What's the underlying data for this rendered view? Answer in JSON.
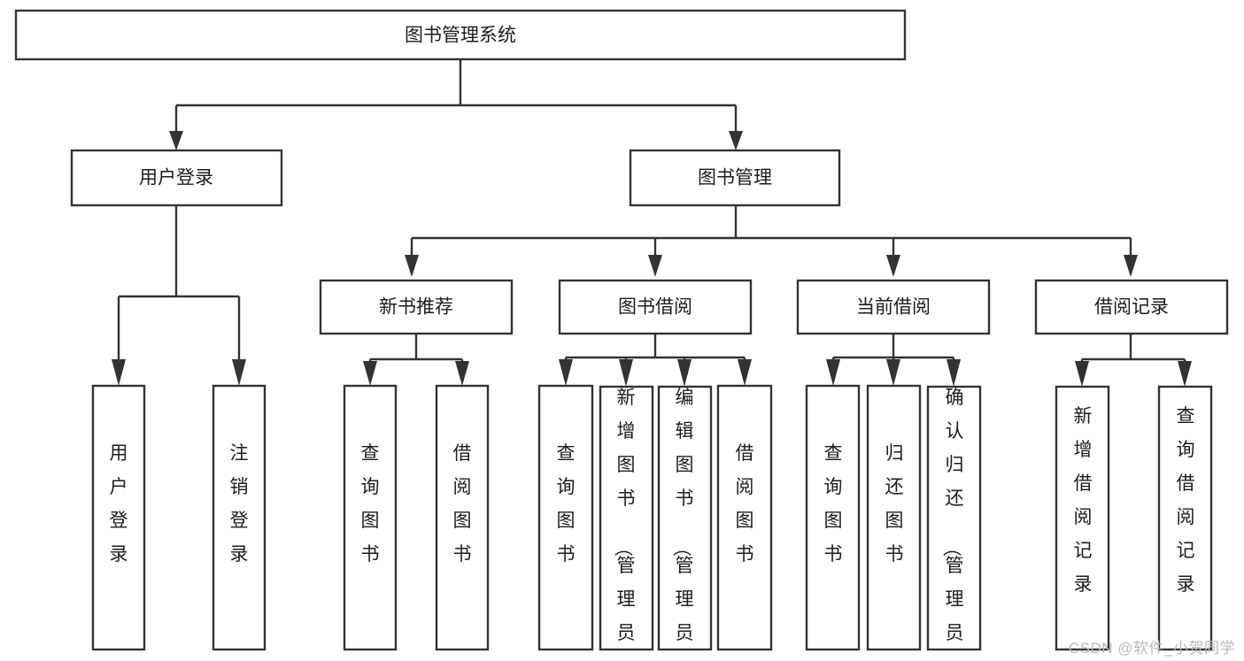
{
  "diagram": {
    "type": "tree-hierarchy-flowchart",
    "title": "图书管理系统",
    "watermark": "CSDN @软件_小贺同学",
    "colors": {
      "background": "#ffffff",
      "box_stroke": "#333333",
      "box_fill": "#ffffff",
      "text": "#1c1c1c",
      "watermark": "#b9b9b9"
    },
    "nodes": {
      "root": {
        "label": "图书管理系统",
        "level": 0,
        "orientation": "horizontal"
      },
      "n_user_login": {
        "label": "用户登录",
        "level": 1,
        "orientation": "horizontal"
      },
      "n_book_mgmt": {
        "label": "图书管理",
        "level": 1,
        "orientation": "horizontal"
      },
      "n_new_book_rec": {
        "label": "新书推荐",
        "level": 2,
        "orientation": "horizontal"
      },
      "n_book_borrow": {
        "label": "图书借阅",
        "level": 2,
        "orientation": "horizontal"
      },
      "n_current_borrow": {
        "label": "当前借阅",
        "level": 2,
        "orientation": "horizontal"
      },
      "n_borrow_record": {
        "label": "借阅记录",
        "level": 2,
        "orientation": "horizontal"
      },
      "l_user_login": {
        "label": "用户登录",
        "level": 3,
        "orientation": "vertical"
      },
      "l_logout": {
        "label": "注销登录",
        "level": 3,
        "orientation": "vertical"
      },
      "l_query_book_1": {
        "label": "查询图书",
        "level": 3,
        "orientation": "vertical"
      },
      "l_borrow_book_1": {
        "label": "借阅图书",
        "level": 3,
        "orientation": "vertical"
      },
      "l_query_book_2": {
        "label": "查询图书",
        "level": 3,
        "orientation": "vertical"
      },
      "l_add_book": {
        "label": "新增图书（管理员）",
        "level": 3,
        "orientation": "vertical"
      },
      "l_edit_book": {
        "label": "编辑图书（管理员）",
        "level": 3,
        "orientation": "vertical"
      },
      "l_borrow_book_2": {
        "label": "借阅图书",
        "level": 3,
        "orientation": "vertical"
      },
      "l_query_book_3": {
        "label": "查询图书",
        "level": 3,
        "orientation": "vertical"
      },
      "l_return_book": {
        "label": "归还图书",
        "level": 3,
        "orientation": "vertical"
      },
      "l_confirm_return": {
        "label": "确认归还（管理员）",
        "level": 3,
        "orientation": "vertical"
      },
      "l_add_record": {
        "label": "新增借阅记录",
        "level": 3,
        "orientation": "vertical"
      },
      "l_query_record": {
        "label": "查询借阅记录",
        "level": 3,
        "orientation": "vertical"
      }
    },
    "edges": [
      {
        "from": "root",
        "to": "n_user_login"
      },
      {
        "from": "root",
        "to": "n_book_mgmt"
      },
      {
        "from": "n_book_mgmt",
        "to": "n_new_book_rec"
      },
      {
        "from": "n_book_mgmt",
        "to": "n_book_borrow"
      },
      {
        "from": "n_book_mgmt",
        "to": "n_current_borrow"
      },
      {
        "from": "n_book_mgmt",
        "to": "n_borrow_record"
      },
      {
        "from": "n_user_login",
        "to": "l_user_login"
      },
      {
        "from": "n_user_login",
        "to": "l_logout"
      },
      {
        "from": "n_new_book_rec",
        "to": "l_query_book_1"
      },
      {
        "from": "n_new_book_rec",
        "to": "l_borrow_book_1"
      },
      {
        "from": "n_book_borrow",
        "to": "l_query_book_2"
      },
      {
        "from": "n_book_borrow",
        "to": "l_add_book"
      },
      {
        "from": "n_book_borrow",
        "to": "l_edit_book"
      },
      {
        "from": "n_book_borrow",
        "to": "l_borrow_book_2"
      },
      {
        "from": "n_current_borrow",
        "to": "l_query_book_3"
      },
      {
        "from": "n_current_borrow",
        "to": "l_return_book"
      },
      {
        "from": "n_current_borrow",
        "to": "l_confirm_return"
      },
      {
        "from": "n_borrow_record",
        "to": "l_add_record"
      },
      {
        "from": "n_borrow_record",
        "to": "l_query_record"
      }
    ]
  }
}
